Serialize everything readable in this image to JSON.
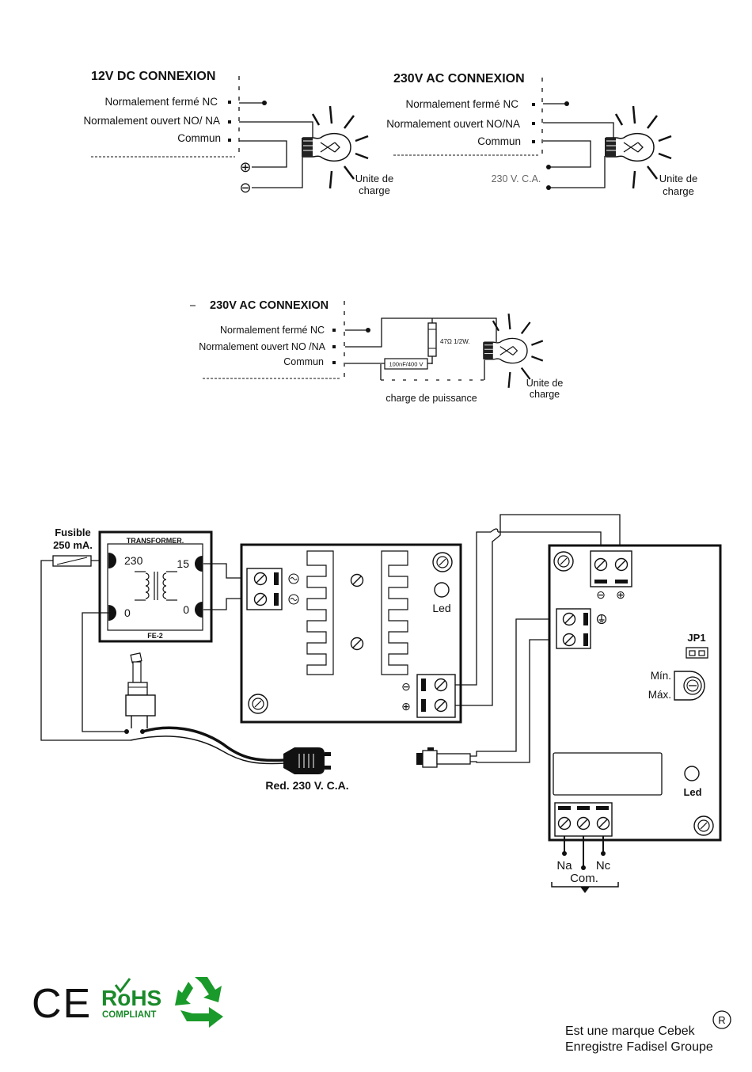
{
  "dc_diagram": {
    "title": "12V DC CONNEXION",
    "nc_label": "Normalement fermé NC",
    "no_label": "Normalement ouvert  NO/ NA",
    "common_label": "Commun",
    "plus_symbol": "⊕",
    "minus_symbol": "⊖",
    "load_line1": "Unite de",
    "load_line2": "charge"
  },
  "ac_diagram_1": {
    "title": "230V AC CONNEXION",
    "nc_label": "Normalement fermé NC",
    "no_label": "Normalement ouvert  NO/NA",
    "common_label": "Commun",
    "supply_label": "230 V. C.A.",
    "load_line1": "Unite de",
    "load_line2": "charge"
  },
  "ac_diagram_2": {
    "title": "230V AC CONNEXION",
    "nc_label": "Normalement fermé NC",
    "no_label": "Normalement ouvert  NO /NA",
    "common_label": "Commun",
    "resistor_label": "47Ω 1/2W.",
    "capacitor_label": "100nF/400 V",
    "power_load_label": "charge de puissance",
    "load_line1": "Unite de",
    "load_line2": "charge"
  },
  "wiring": {
    "fuse_line1": "Fusible",
    "fuse_line2": "250 mA.",
    "transformer_title": "TRANSFORMER.",
    "transformer_model": "FE-2",
    "primary_label": "230",
    "primary_zero": "0",
    "secondary_label": "15",
    "secondary_zero": "0",
    "psu_led_label": "Led",
    "mains_label": "Red. 230 V. C.A.",
    "jp_label": "JP1",
    "min_label": "Mín.",
    "max_label": "Máx.",
    "module_led_label": "Led",
    "na_label": "Na",
    "nc_label": "Nc",
    "com_label": "Com."
  },
  "footer": {
    "ce_mark": "CE",
    "rohs_line1": "RoHS",
    "rohs_line2": "COMPLIANT",
    "brand_line1": "Est une marque Cebek",
    "brand_line2": "Enregistre Fadisel Groupe",
    "registered_mark": "R"
  }
}
